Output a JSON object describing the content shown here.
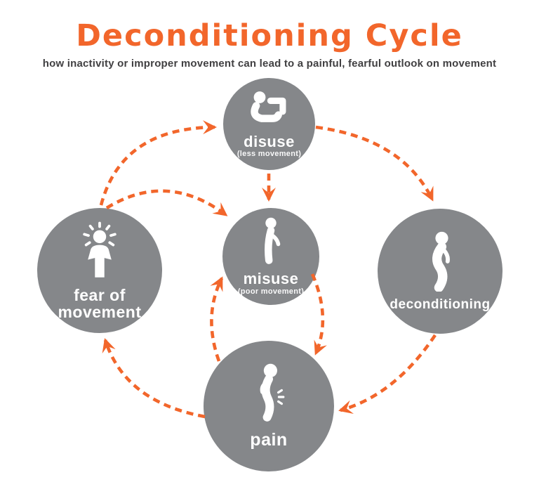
{
  "title": "Deconditioning Cycle",
  "subtitle": "how inactivity or improper movement can lead to a painful, fearful outlook on movement",
  "colors": {
    "accent_orange": "#F2662B",
    "node_gray": "#85878A",
    "subtitle_text": "#414042",
    "node_text": "#FFFFFF",
    "background": "#FFFFFF"
  },
  "nodes": {
    "disuse": {
      "label": "disuse",
      "sublabel": "(less movement)",
      "icon": "person-reclining-icon"
    },
    "misuse": {
      "label": "misuse",
      "sublabel": "(poor movement)",
      "icon": "person-leaning-icon"
    },
    "fear": {
      "label": "fear of movement",
      "icon": "person-alarmed-icon"
    },
    "deconditioning": {
      "label": "deconditioning",
      "icon": "person-slouching-icon"
    },
    "pain": {
      "label": "pain",
      "icon": "person-back-pain-icon"
    }
  },
  "edges": [
    {
      "from": "fear-of-movement",
      "to": "disuse",
      "style": "dashed-curved-arrow"
    },
    {
      "from": "fear-of-movement",
      "to": "misuse",
      "style": "dashed-curved-arrow"
    },
    {
      "from": "disuse",
      "to": "misuse",
      "style": "dashed-straight-arrow"
    },
    {
      "from": "disuse",
      "to": "deconditioning",
      "style": "dashed-curved-arrow"
    },
    {
      "from": "misuse",
      "to": "pain",
      "style": "dashed-curved-arrow"
    },
    {
      "from": "pain",
      "to": "misuse",
      "style": "dashed-curved-arrow"
    },
    {
      "from": "pain",
      "to": "fear-of-movement",
      "style": "dashed-curved-arrow"
    },
    {
      "from": "deconditioning",
      "to": "pain",
      "style": "dashed-curved-arrow"
    }
  ]
}
